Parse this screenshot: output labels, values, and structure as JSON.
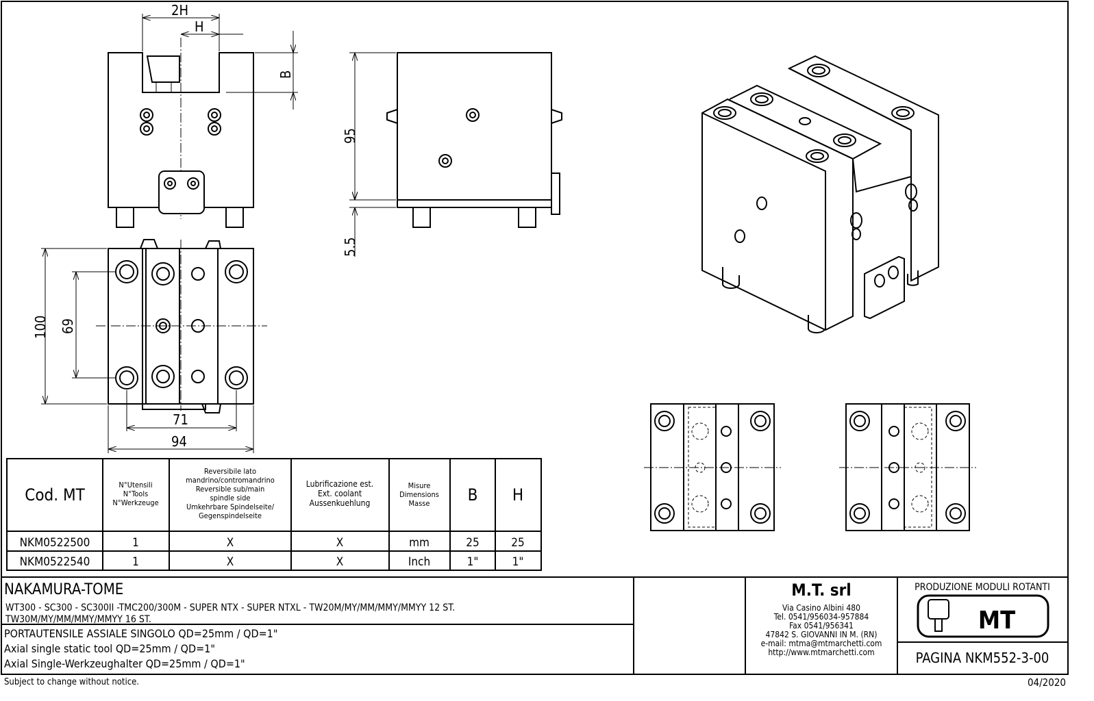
{
  "dimensions": {
    "two_h": "2H",
    "h": "H",
    "b": "B",
    "d95": "95",
    "d5_5": "5.5",
    "d100": "100",
    "d69": "69",
    "d71": "71",
    "d94": "94"
  },
  "table": {
    "headers": [
      "Cod. MT",
      [
        "N°Utensili",
        "N°Tools",
        "N°Werkzeuge"
      ],
      [
        "Reversibile lato",
        "mandrino/contromandrino",
        "Reversible sub/main",
        "spindle side",
        "Umkehrbare Spindelseite/",
        "Gegenspindelseite"
      ],
      [
        "Lubrificazione est.",
        "Ext. coolant",
        "Aussenkuehlung"
      ],
      [
        "Misure",
        "Dimensions",
        "Masse"
      ],
      "B",
      "H"
    ],
    "rows": [
      [
        "NKM0522500",
        "1",
        "X",
        "X",
        "mm",
        "25",
        "25"
      ],
      [
        "NKM0522540",
        "1",
        "X",
        "X",
        "Inch",
        "1\"",
        "1\""
      ]
    ]
  },
  "title_block": {
    "brand": "NAKAMURA-TOME",
    "models_line1": "WT300 - SC300 - SC300II -TMC200/300M - SUPER NTX - SUPER NTXL - TW20M/MY/MM/MMY/MMYY 12 ST.",
    "models_line2": "TW30M/MY/MM/MMY/MMYY 16 ST.",
    "desc_it": "PORTAUTENSILE ASSIALE SINGOLO QD=25mm / QD=1\"",
    "desc_en": "Axial single static tool QD=25mm / QD=1\"",
    "desc_de": "Axial Single-Werkzeughalter QD=25mm / QD=1\"",
    "company": "M.T. srl",
    "address": "Via Casino Albini 480",
    "tel": "Tel. 0541/956034-957884",
    "fax": "Fax 0541/956341",
    "city": "47842 S. GIOVANNI IN M. (RN)",
    "email": "e-mail: mtma@mtmarchetti.com",
    "web": "http://www.mtmarchetti.com",
    "production": "PRODUZIONE MODULI ROTANTI",
    "logo_text": "MT",
    "page": "PAGINA NKM552-3-00"
  },
  "footer": {
    "notice": "Subject to change without notice.",
    "date": "04/2020"
  }
}
